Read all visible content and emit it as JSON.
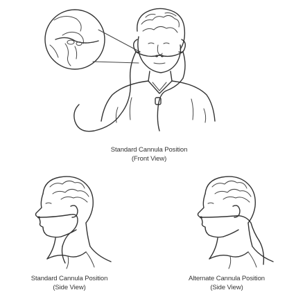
{
  "figures": [
    {
      "caption_line1": "Standard Cannula Position",
      "caption_line2": "(Front View)"
    },
    {
      "caption_line1": "Standard Cannula Position",
      "caption_line2": "(Side View)"
    },
    {
      "caption_line1": "Alternate Cannula Position",
      "caption_line2": "(Side View)"
    }
  ],
  "colors": {
    "ink": "#333333",
    "background": "#ffffff"
  }
}
